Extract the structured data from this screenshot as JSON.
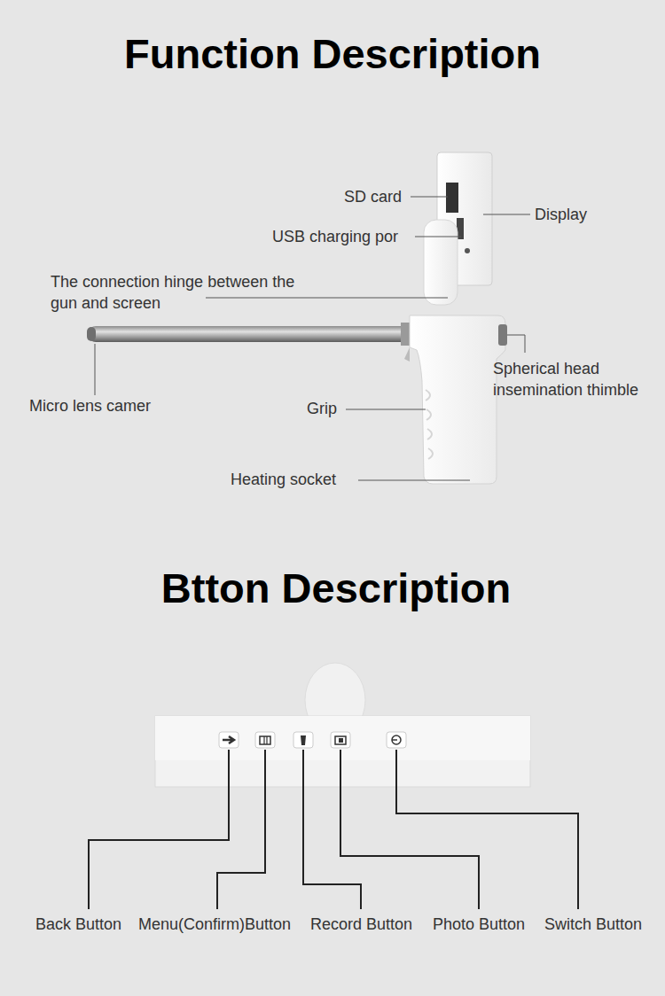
{
  "diagram": {
    "title": "Function Description",
    "labels": [
      "SD card",
      "Display",
      "USB charging por",
      "The connection hinge between the gun and screen",
      "Micro lens camer",
      "Spherical head insemination thimble",
      "Grip",
      "Heating socket",
      "Btton Description",
      "Back Button",
      "Menu(Confirm)Button",
      "Record Button",
      "Photo Button",
      "Switch Button"
    ]
  }
}
